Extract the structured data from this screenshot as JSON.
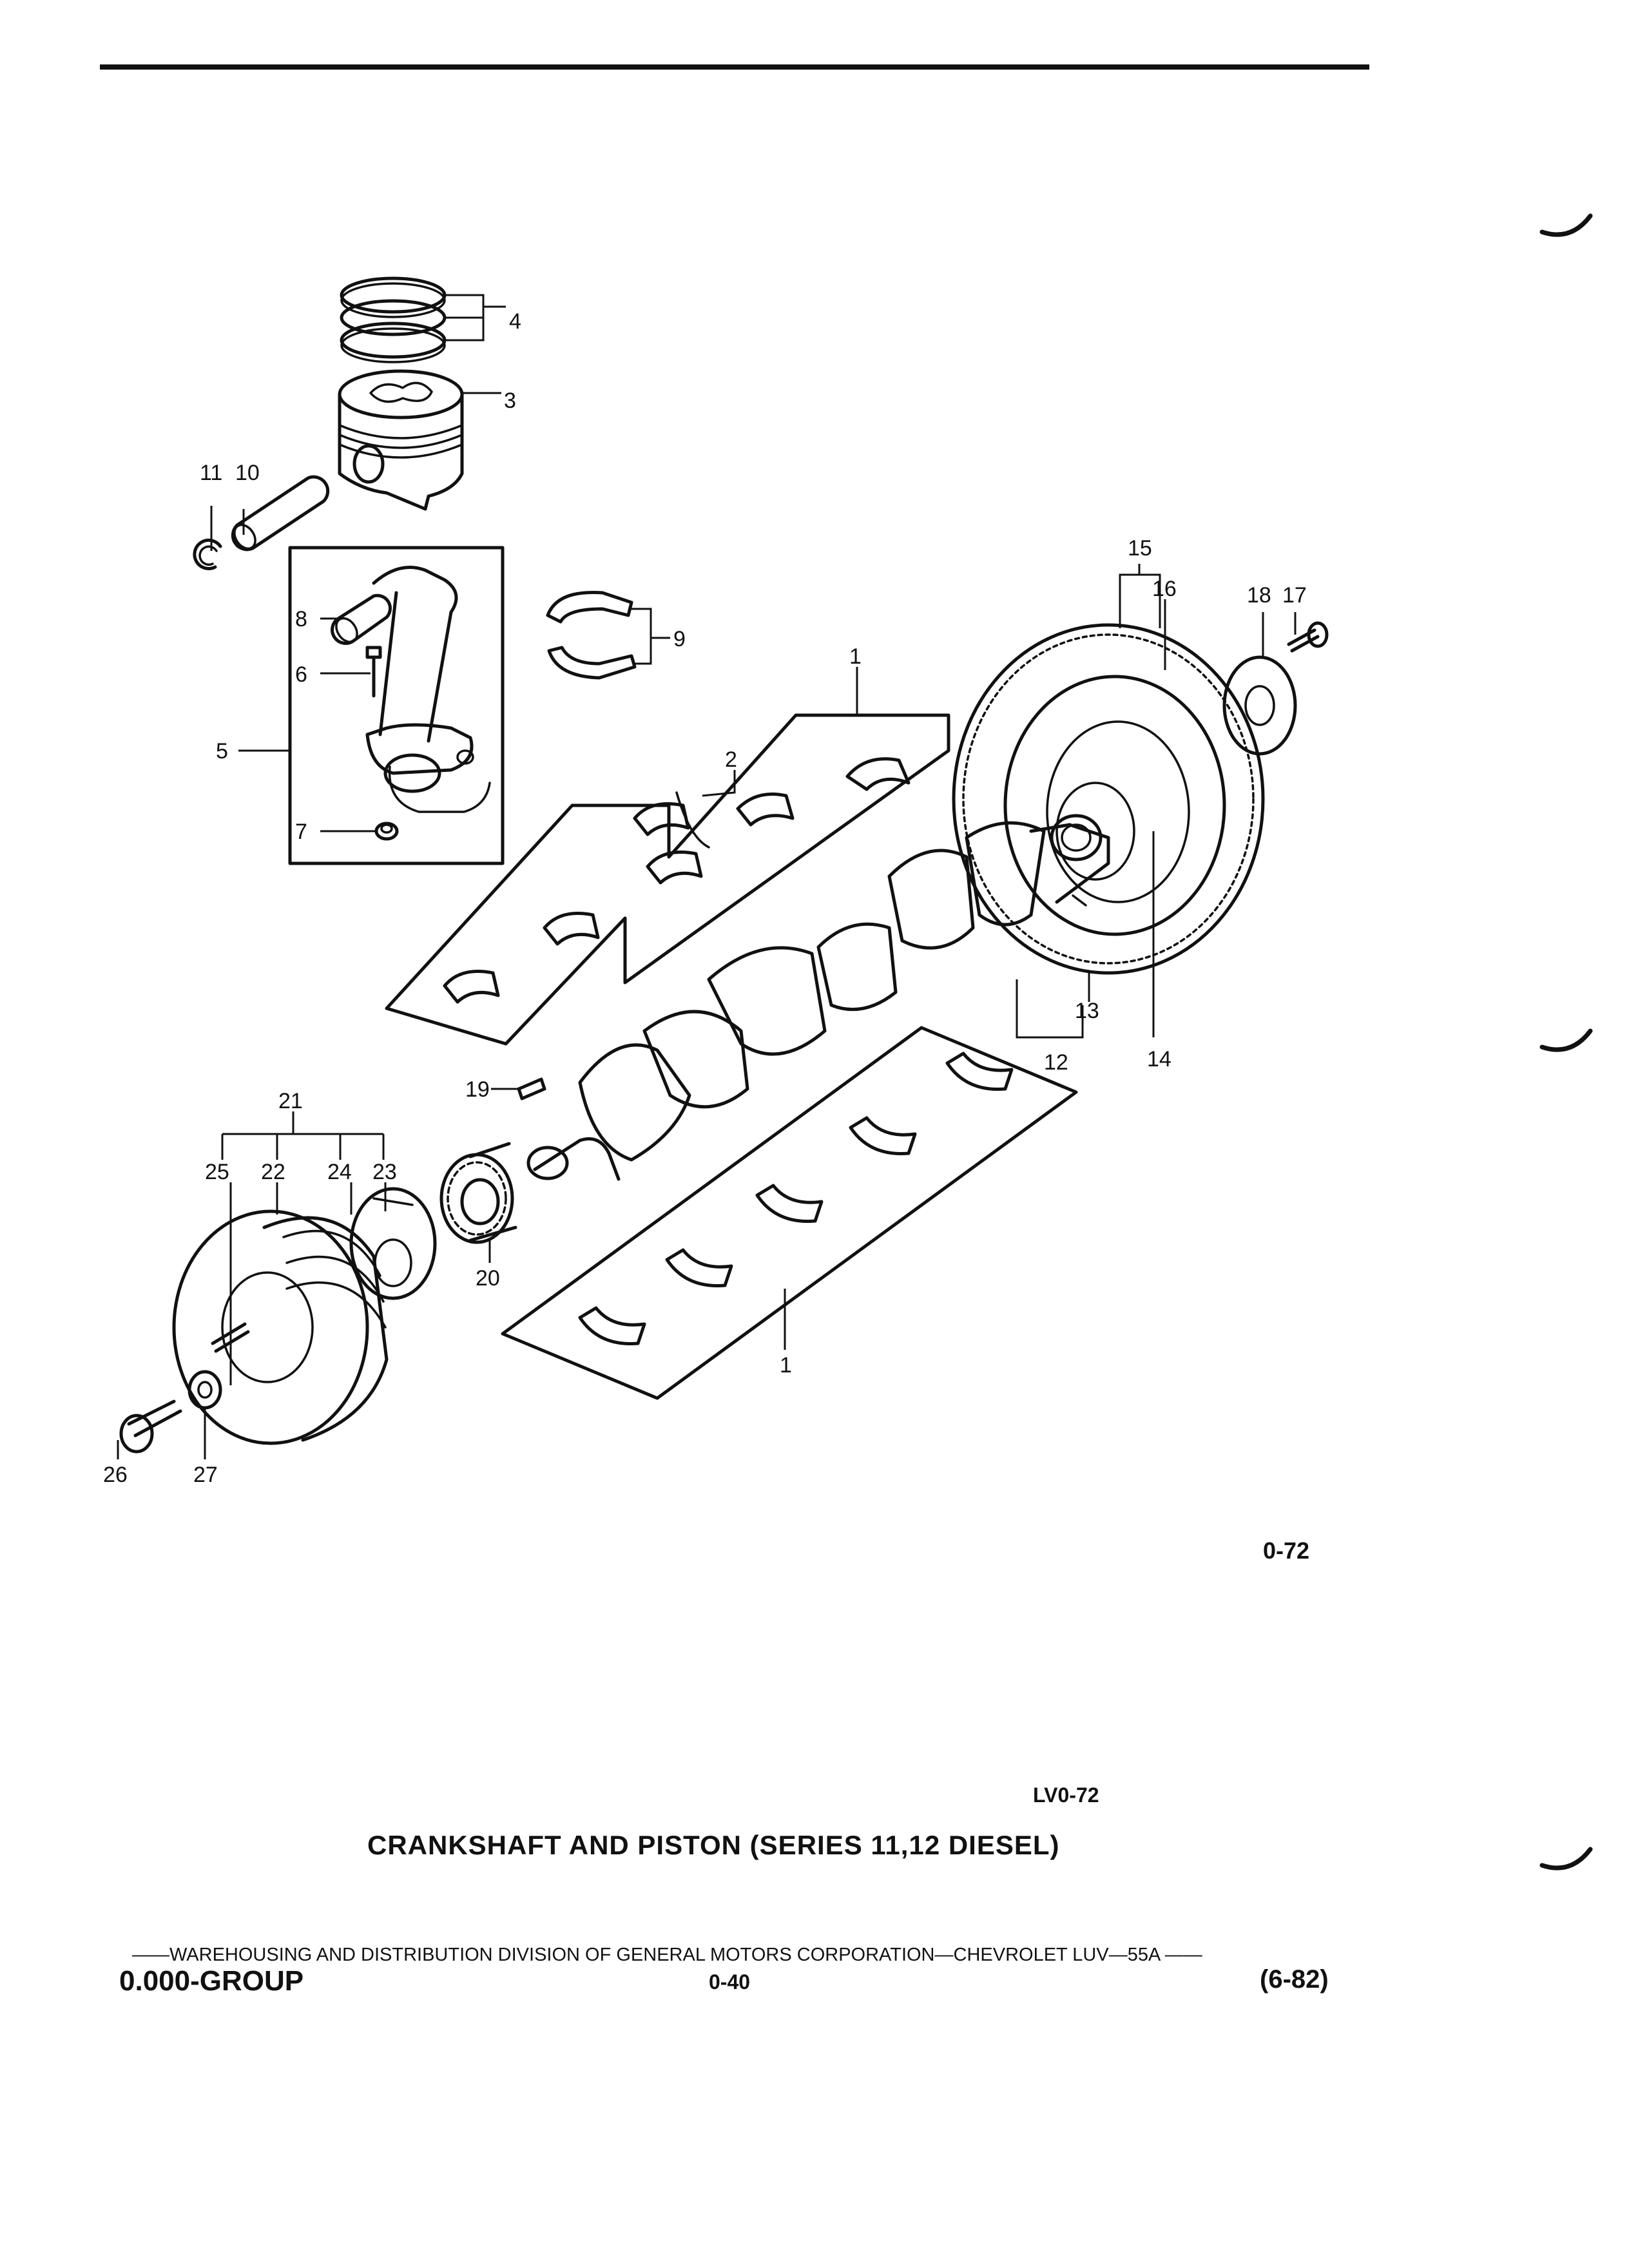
{
  "figure_code": "0-72",
  "figure_id": "LV0-72",
  "title": "CRANKSHAFT AND PISTON (SERIES 11,12 DIESEL)",
  "footer": {
    "distributor_line": "——WAREHOUSING AND DISTRIBUTION DIVISION OF GENERAL MOTORS CORPORATION—CHEVROLET LUV—55A ——",
    "group": "0.000-GROUP",
    "page": "0-40",
    "date": "(6-82)"
  },
  "callouts": {
    "c1a": "1",
    "c1b": "1",
    "c2": "2",
    "c3": "3",
    "c4": "4",
    "c5": "5",
    "c6": "6",
    "c7": "7",
    "c8": "8",
    "c9": "9",
    "c10": "10",
    "c11": "11",
    "c12": "12",
    "c13": "13",
    "c14": "14",
    "c15": "15",
    "c16": "16",
    "c17": "17",
    "c18": "18",
    "c19": "19",
    "c20": "20",
    "c21": "21",
    "c22": "22",
    "c23": "23",
    "c24": "24",
    "c25": "25",
    "c26": "26",
    "c27": "27"
  }
}
